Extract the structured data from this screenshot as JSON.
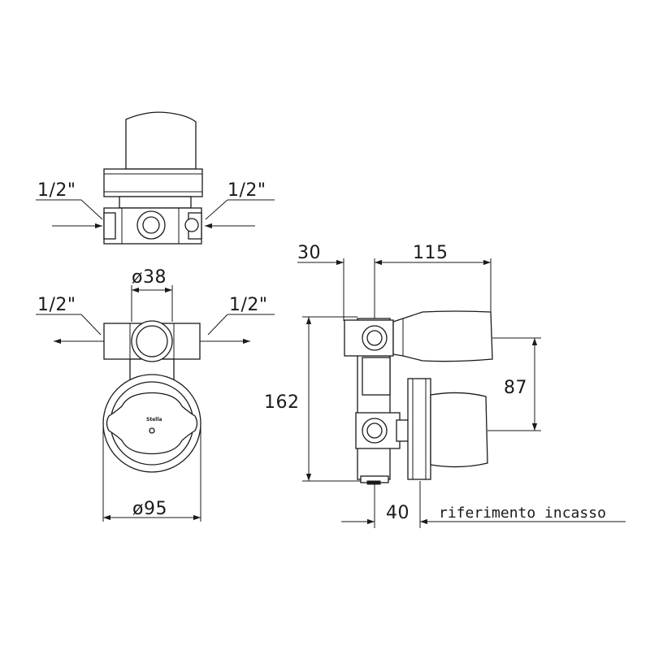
{
  "top_view": {
    "left_inlet_label": "1/2\"",
    "right_inlet_label": "1/2\""
  },
  "front_view": {
    "left_outlet_label": "1/2\"",
    "right_outlet_label": "1/2\"",
    "center_diameter_label": "ø38",
    "plate_diameter_label": "ø95",
    "logo_text": "Stella"
  },
  "side_view": {
    "dim_30": "30",
    "dim_115": "115",
    "dim_87": "87",
    "dim_162": "162",
    "dim_40": "40",
    "reference_label": "riferimento incasso"
  },
  "colors": {
    "line": "#1a1a1a",
    "background": "#ffffff"
  }
}
